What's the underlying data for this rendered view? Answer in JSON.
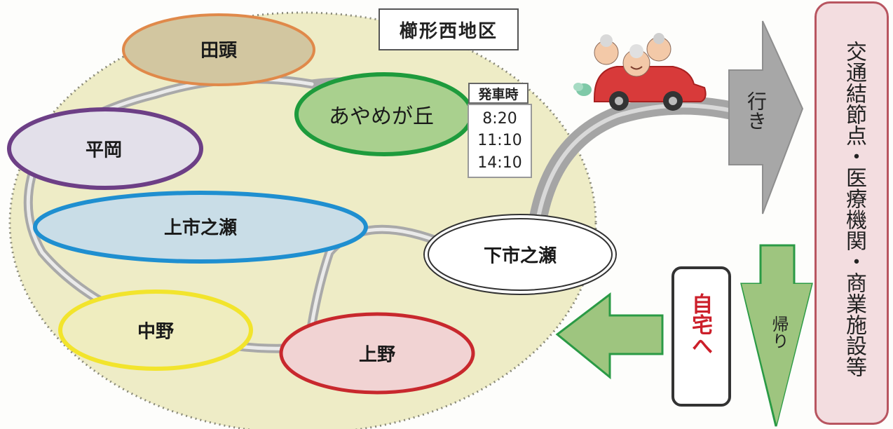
{
  "district_label": "櫛形西地区",
  "stops": {
    "tagashira": "田頭",
    "ayamegaoka": "あやめが丘",
    "hiraoka": "平岡",
    "kamiichinose": "上市之瀬",
    "shimoichinose": "下市之瀬",
    "nakano": "中野",
    "ueno": "上野"
  },
  "timetable": {
    "header": "発車時",
    "times": [
      "8:20",
      "11:10",
      "14:10"
    ]
  },
  "outbound_label": "行き",
  "return_label": "帰り",
  "home_label": "自宅へ",
  "destination_label": "交通結節点・医療機関・商業施設等",
  "colors": {
    "area_fill": "#eeecc6",
    "route": "#a9a9a9",
    "tagashira": "#e0894a",
    "ayamegaoka": "#1e9b3c",
    "hiraoka": "#6d3f86",
    "kamiichinose": "#1f8fd0",
    "nakano": "#f2e42c",
    "ueno": "#c8282d",
    "outbound_arrow": "#a7a7a7",
    "return_arrow": "#9ec57f",
    "home_text": "#cc1f2a",
    "destination_border": "#b85560",
    "destination_fill": "#f3dde0"
  }
}
